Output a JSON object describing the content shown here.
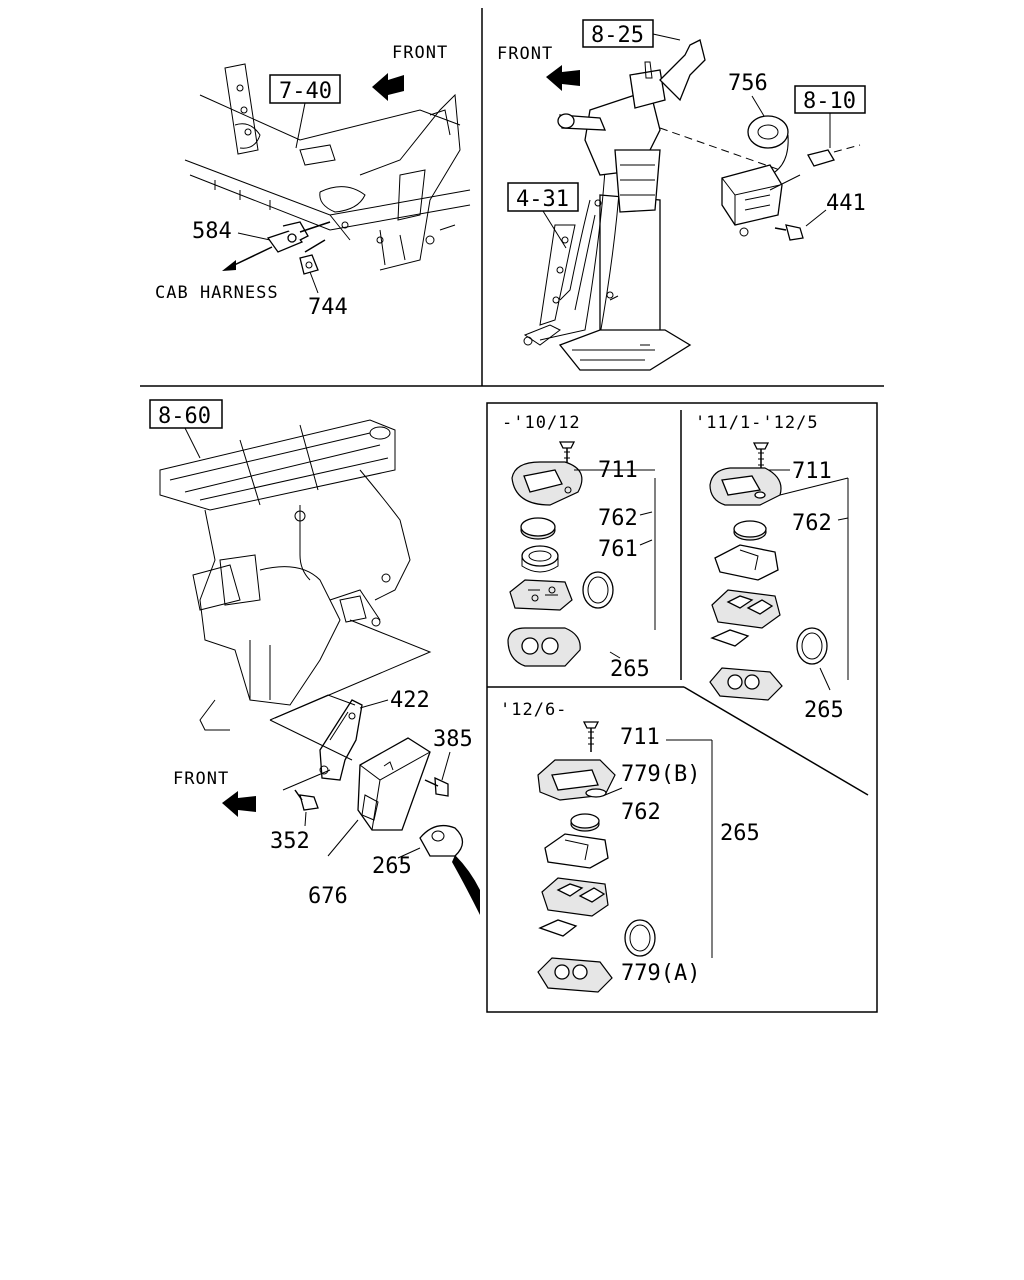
{
  "ref_boxes": {
    "b740": "7-40",
    "b825": "8-25",
    "b810": "8-10",
    "b431": "4-31",
    "b860": "8-60"
  },
  "notes": {
    "front_a": "FRONT",
    "front_b": "FRONT",
    "front_c": "FRONT",
    "cab_harness": "CAB HARNESS",
    "period_a": "-'10/12",
    "period_b": "'11/1-'12/5",
    "period_c": "'12/6-"
  },
  "callouts": {
    "p584": "584",
    "p744": "744",
    "p756": "756",
    "p441": "441",
    "p422": "422",
    "p385": "385",
    "p352": "352",
    "p676": "676",
    "p265_main": "265",
    "a711": "711",
    "a762": "762",
    "a761": "761",
    "a265": "265",
    "b711": "711",
    "b762": "762",
    "b265": "265",
    "c711": "711",
    "c779b": "779(B)",
    "c762": "762",
    "c265": "265",
    "c779a": "779(A)"
  }
}
